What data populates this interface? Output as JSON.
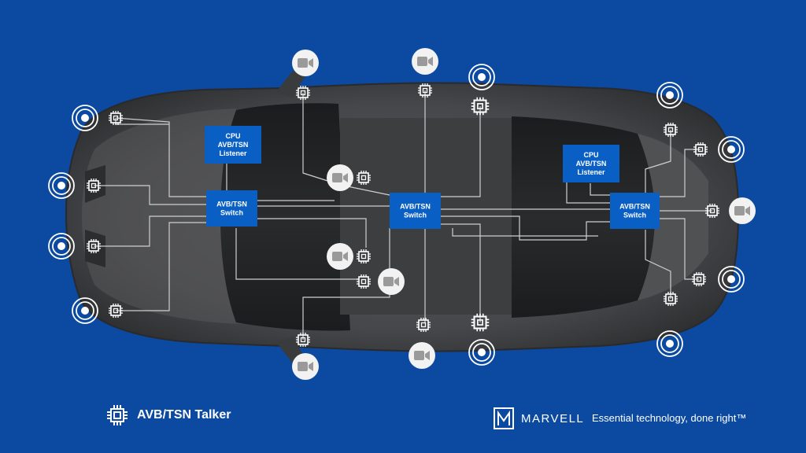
{
  "colors": {
    "background": "#0b4aa0",
    "switch_box": "#0a5fc4",
    "line": "#c9c9c9",
    "car_body": "#4a4b4d"
  },
  "boxes": [
    {
      "id": "cpu-front",
      "lines": [
        "CPU",
        "AVB/TSN",
        "Listener"
      ]
    },
    {
      "id": "switch-front",
      "lines": [
        "AVB/TSN",
        "Switch"
      ]
    },
    {
      "id": "switch-center",
      "lines": [
        "AVB/TSN",
        "Switch"
      ]
    },
    {
      "id": "cpu-rear",
      "lines": [
        "CPU",
        "AVB/TSN",
        "Listener"
      ]
    },
    {
      "id": "switch-rear",
      "lines": [
        "AVB/TSN",
        "Switch"
      ]
    }
  ],
  "icons": {
    "talker": "chip-icon",
    "camera": "camera-icon",
    "sensor": "sensor-icon",
    "brand": "marvell-logo-icon"
  },
  "legend": {
    "talker_label": "AVB/TSN Talker"
  },
  "brand": {
    "name": "MARVELL",
    "tagline": "Essential technology, done right™"
  }
}
